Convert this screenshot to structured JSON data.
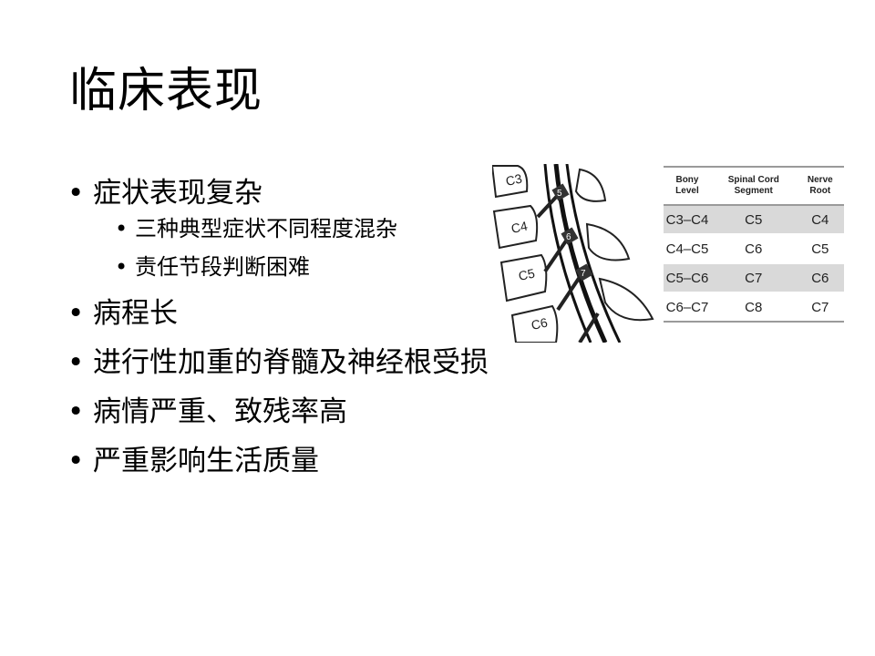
{
  "title": "临床表现",
  "bullets": [
    {
      "text": "症状表现复杂",
      "subs": [
        "三种典型症状不同程度混杂",
        "责任节段判断困难"
      ]
    },
    {
      "text": "病程长"
    },
    {
      "text": "进行性加重的脊髓及神经根受损"
    },
    {
      "text": "病情严重、致残率高"
    },
    {
      "text": "严重影响生活质量"
    }
  ],
  "figure": {
    "vertebra_labels": [
      "C3",
      "C4",
      "C5",
      "C6"
    ],
    "nerve_numbers": [
      "5",
      "6",
      "7"
    ]
  },
  "table": {
    "headers": [
      "Bony Level",
      "Spinal Cord Segment",
      "Nerve Root"
    ],
    "rows": [
      [
        "C3–C4",
        "C5",
        "C4"
      ],
      [
        "C4–C5",
        "C6",
        "C5"
      ],
      [
        "C5–C6",
        "C7",
        "C6"
      ],
      [
        "C6–C7",
        "C8",
        "C7"
      ]
    ]
  }
}
